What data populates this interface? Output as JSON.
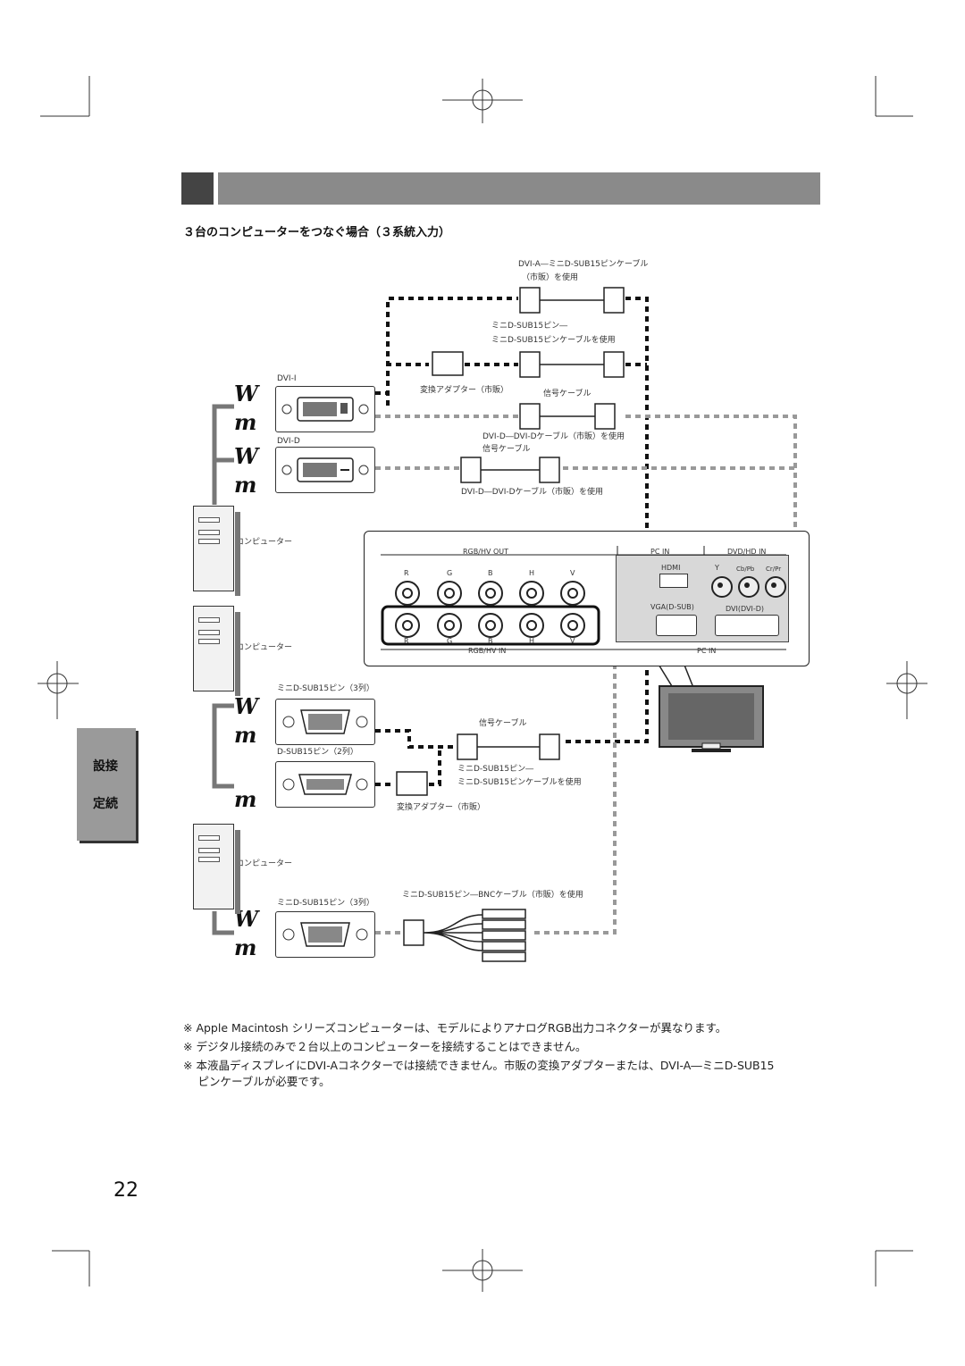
{
  "subtitle": "３台のコンピューターをつなぐ場合（３系統入力）",
  "side_tab": {
    "line1": "設接",
    "line2": "定続"
  },
  "page_number": "22",
  "labels": {
    "dvi_i": "DVI-I",
    "dvi_d": "DVI-D",
    "computer1": "コンピューター",
    "computer2": "コンピューター",
    "computer3": "コンピューター",
    "mini_dsub_3row_1": "ミニD-SUB15ピン（3列）",
    "dsub_2row": "D-SUB15ピン（2列）",
    "mini_dsub_3row_2": "ミニD-SUB15ピン（3列）",
    "cable_dvia_1": "DVI-A―ミニD-SUB15ピンケーブル",
    "cable_dvia_2": "（市販）を使用",
    "mini_dsub_a1": "ミニD-SUB15ピン―",
    "mini_dsub_a2": "ミニD-SUB15ピンケーブルを使用",
    "adapter_top": "変換アダプター（市販）",
    "signal_cable_top": "信号ケーブル",
    "dvid_cable_1": "DVI-D―DVI-Dケーブル（市販）を使用",
    "signal_cable_mid": "信号ケーブル",
    "dvid_cable_2": "DVI-D―DVI-Dケーブル（市販）を使用",
    "signal_cable_bottom": "信号ケーブル",
    "mini_dsub_b1": "ミニD-SUB15ピン―",
    "mini_dsub_b2": "ミニD-SUB15ピンケーブルを使用",
    "adapter_bottom": "変換アダプター（市販）",
    "bnc_cable": "ミニD-SUB15ピン―BNCケーブル（市販）を使用"
  },
  "panel": {
    "rgbhv_out": "RGB/HV OUT",
    "pc_in_top": "PC IN",
    "dvd_hd_in": "DVD/HD IN",
    "bnc_top": [
      "R",
      "G",
      "B",
      "H",
      "V"
    ],
    "bnc_bottom": [
      "R",
      "G",
      "B",
      "H",
      "V"
    ],
    "rgbhv_in": "RGB/HV IN",
    "pc_in_bottom": "PC IN",
    "hdmi": "HDMI",
    "vga": "VGA(D-SUB)",
    "dvi": "DVI(DVI-D)",
    "y": "Y",
    "cbpb": "Cb/Pb",
    "crpr": "Cr/Pr"
  },
  "notes": [
    "※ Apple Macintosh シリーズコンピューターは、モデルによりアナログRGB出力コネクターが異なります。",
    "※ デジタル接続のみで２台以上のコンピューターを接続することはできません。",
    "※ 本液晶ディスプレイにDVI-Aコネクターでは接続できません。市販の変換アダプターまたは、DVI-A―ミニD-SUB15",
    "　 ピンケーブルが必要です。"
  ],
  "icons": [
    "windows-logo",
    "mac-logo",
    "computer-tower",
    "registration-mark",
    "crop-mark",
    "monitor"
  ]
}
